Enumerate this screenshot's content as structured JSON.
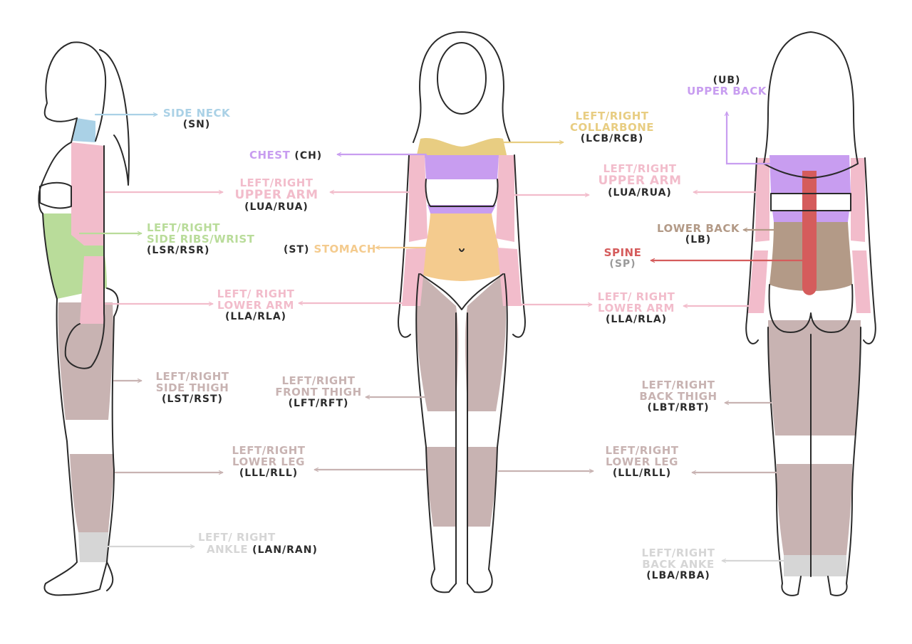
{
  "colors": {
    "outline": "#2a2a2a",
    "neck": "#aad1e6",
    "arm": "#f2bccb",
    "chest": "#c89df0",
    "collarbone": "#e8cd82",
    "stomach": "#f4cb8e",
    "ribs": "#b9dc9a",
    "leg": "#c8b3b2",
    "ankle": "#d6d6d6",
    "lowerback": "#b39a87",
    "spine": "#d55c5c",
    "codes": "#2c2c2c"
  },
  "labels": {
    "sideneck": {
      "title": "SIDE NECK",
      "code": "(SN)"
    },
    "chest": {
      "title": "CHEST",
      "code": "(CH)"
    },
    "collarbone": {
      "title_1": "LEFT/RIGHT",
      "title_2": "COLLARBONE",
      "code": "(LCB/RCB)"
    },
    "upperback": {
      "code": "(UB)",
      "title": "UPPER BACK"
    },
    "upperarm_l": {
      "title_1": "LEFT/RIGHT",
      "title_2": "UPPER ARM",
      "code": "(LUA/RUA)"
    },
    "upperarm_r": {
      "title_1": "LEFT/RIGHT",
      "title_2": "UPPER ARM",
      "code": "(LUA/RUA)"
    },
    "sideribs": {
      "title_1": "LEFT/RIGHT",
      "title_2": "SIDE RIBS/WRIST",
      "code": "(LSR/RSR)"
    },
    "stomach": {
      "code": "(ST)",
      "title": "STOMACH"
    },
    "lowerback": {
      "title": "LOWER BACK",
      "code": "(LB)"
    },
    "spine": {
      "title": "SPINE",
      "code": "(SP)"
    },
    "lowerarm_l": {
      "title_1": "LEFT/ RIGHT",
      "title_2": "LOWER ARM",
      "code": "(LLA/RLA)"
    },
    "lowerarm_r": {
      "title_1": "LEFT/ RIGHT",
      "title_2": "LOWER ARM",
      "code": "(LLA/RLA)"
    },
    "sidethigh": {
      "title_1": "LEFT/RIGHT",
      "title_2": "SIDE THIGH",
      "code": "(LST/RST)"
    },
    "frontthigh": {
      "title_1": "LEFT/RIGHT",
      "title_2": "FRONT THIGH",
      "code": "(LFT/RFT)"
    },
    "backthigh": {
      "title_1": "LEFT/RIGHT",
      "title_2": "BACK THIGH",
      "code": "(LBT/RBT)"
    },
    "lowerleg_l": {
      "title_1": "LEFT/RIGHT",
      "title_2": "LOWER LEG",
      "code": "(LLL/RLL)"
    },
    "lowerleg_r": {
      "title_1": "LEFT/RIGHT",
      "title_2": "LOWER LEG",
      "code": "(LLL/RLL)"
    },
    "ankle": {
      "title_1": "LEFT/ RIGHT",
      "title_2": "ANKLE",
      "code": "(LAN/RAN)"
    },
    "backankle": {
      "title_1": "LEFT/RIGHT",
      "title_2": "BACK ANKE",
      "code": "(LBA/RBA)"
    }
  }
}
